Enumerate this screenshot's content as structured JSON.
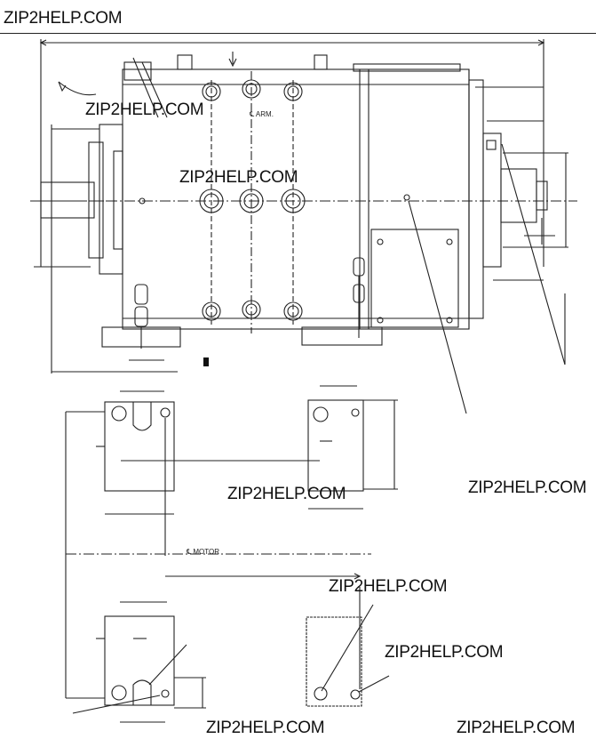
{
  "header": {
    "title": "ZIP2HELP.COM"
  },
  "labels": {
    "centerline_arm": "℄ ARM.",
    "centerline_motor": "℄ MOTOR"
  },
  "watermarks": [
    "ZIP2HELP.COM",
    "ZIP2HELP.COM",
    "ZIP2HELP.COM",
    "ZIP2HELP.COM",
    "ZIP2HELP.COM",
    "ZIP2HELP.COM",
    "ZIP2HELP.COM",
    "ZIP2HELP.COM"
  ]
}
